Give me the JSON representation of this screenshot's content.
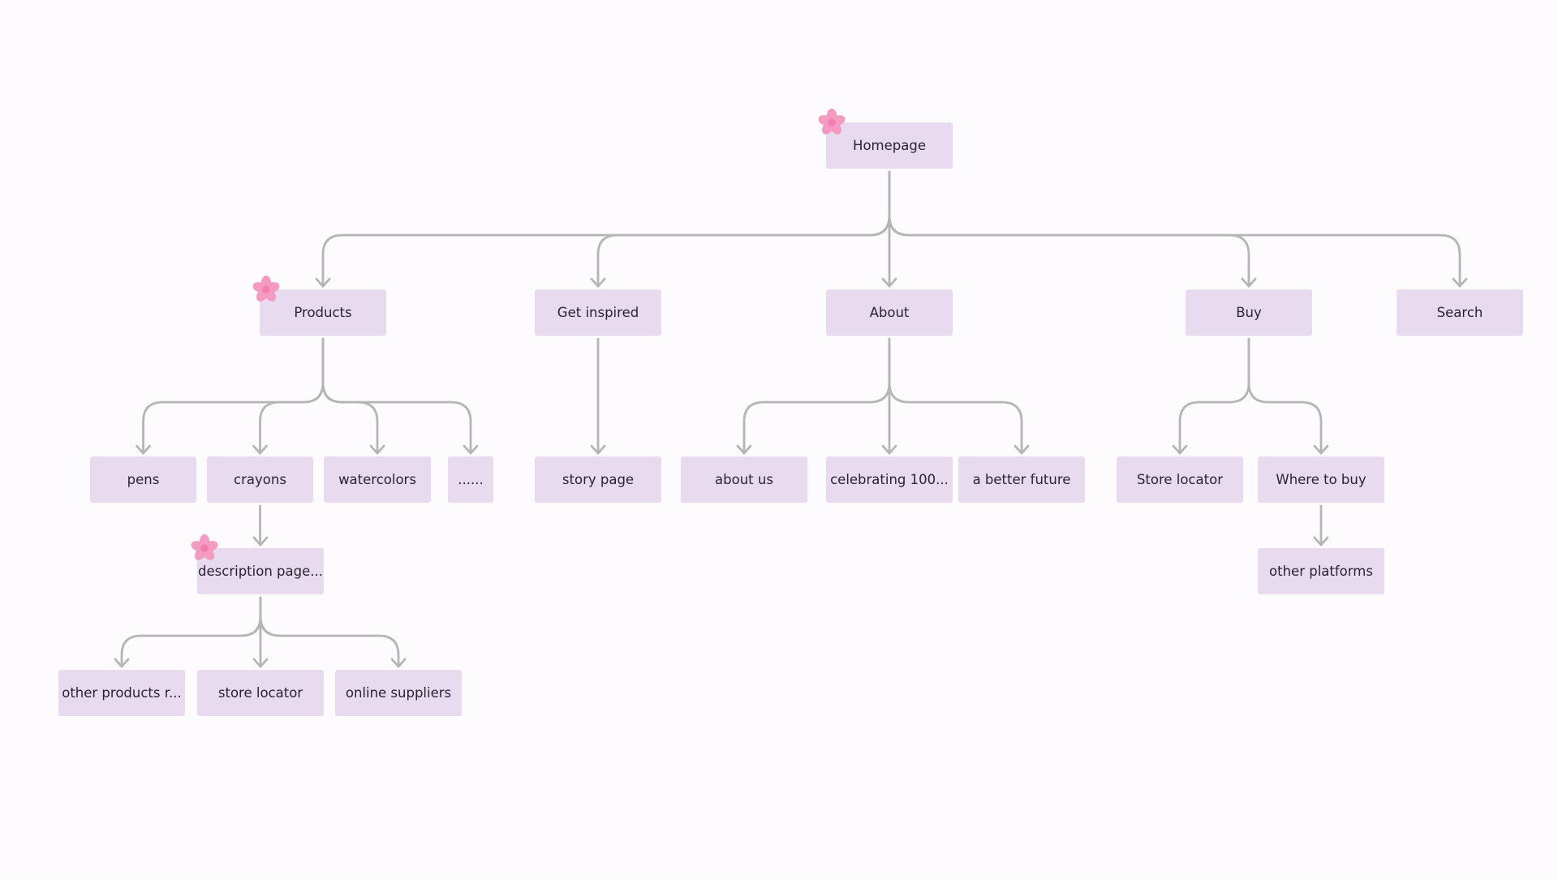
{
  "diagram": {
    "colors": {
      "node_fill": "#e9dbef",
      "connector": "#b7b4b8",
      "flower": "#f59ac0",
      "background": "#fdfbfd"
    },
    "nodes": [
      {
        "id": "homepage",
        "label": "Homepage",
        "marker": "flower-icon"
      },
      {
        "id": "products",
        "label": "Products",
        "parent": "homepage",
        "marker": "flower-icon"
      },
      {
        "id": "get-inspired",
        "label": "Get inspired",
        "parent": "homepage"
      },
      {
        "id": "about",
        "label": "About",
        "parent": "homepage"
      },
      {
        "id": "buy",
        "label": "Buy",
        "parent": "homepage"
      },
      {
        "id": "search",
        "label": "Search",
        "parent": "homepage"
      },
      {
        "id": "pens",
        "label": "pens",
        "parent": "products"
      },
      {
        "id": "crayons",
        "label": "crayons",
        "parent": "products"
      },
      {
        "id": "watercolors",
        "label": "watercolors",
        "parent": "products"
      },
      {
        "id": "ellipsis",
        "label": "......",
        "parent": "products"
      },
      {
        "id": "story-page",
        "label": "story page",
        "parent": "get-inspired"
      },
      {
        "id": "about-us",
        "label": "about us",
        "parent": "about"
      },
      {
        "id": "celebrating",
        "label": "celebrating 100...",
        "parent": "about"
      },
      {
        "id": "better-future",
        "label": "a better future",
        "parent": "about"
      },
      {
        "id": "store-locator-buy",
        "label": "Store locator",
        "parent": "buy"
      },
      {
        "id": "where-to-buy",
        "label": "Where to buy",
        "parent": "buy"
      },
      {
        "id": "other-platforms",
        "label": "other platforms",
        "parent": "where-to-buy"
      },
      {
        "id": "description-page",
        "label": "description page...",
        "parent": "crayons",
        "marker": "flower-icon"
      },
      {
        "id": "other-products",
        "label": "other products r...",
        "parent": "description-page"
      },
      {
        "id": "store-locator",
        "label": "store locator",
        "parent": "description-page"
      },
      {
        "id": "online-suppliers",
        "label": "online suppliers",
        "parent": "description-page"
      }
    ]
  }
}
